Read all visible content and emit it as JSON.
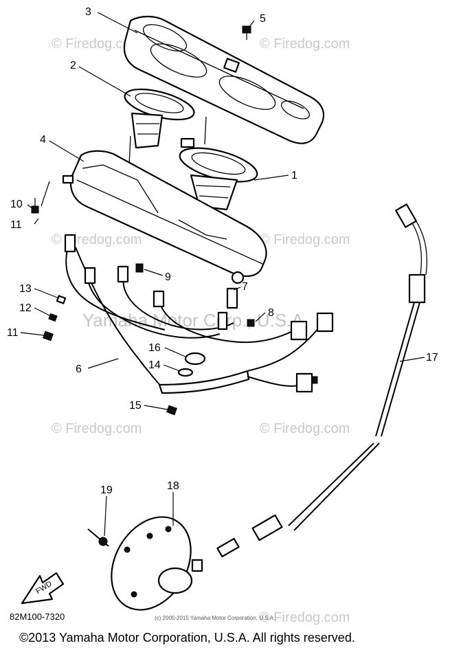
{
  "watermarks": {
    "site": "© Firedog.com",
    "maker": "Yamaha Motor Corp., U.S.A."
  },
  "callouts": [
    "1",
    "2",
    "3",
    "4",
    "5",
    "6",
    "7",
    "8",
    "9",
    "10",
    "11",
    "12",
    "13",
    "14",
    "15",
    "16",
    "17",
    "18",
    "19"
  ],
  "direction_label": "FWD",
  "drawing_code": "82M100-7320",
  "small_copyright": "(c) 2005-2015 Yamaha Motor Corporation, U.S.A.",
  "copyright": "©2013 Yamaha Motor Corporation, U.S.A. All rights reserved."
}
